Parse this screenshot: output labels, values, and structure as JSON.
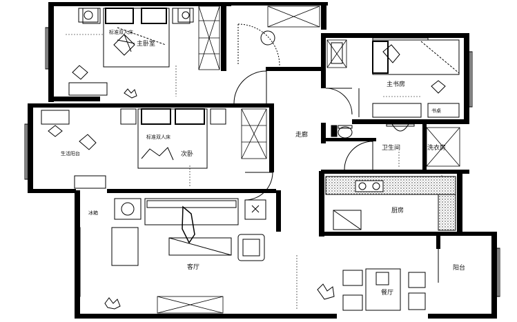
{
  "rooms": {
    "master_bedroom": "主卧室",
    "master_bed_note": "标准双人床",
    "second_bedroom": "次卧",
    "second_bed_note": "标准双人床",
    "study": "主书房",
    "study_note": "书桌",
    "balcony_left": "生活阳台",
    "bathroom": "卫生间",
    "laundry": "洗衣房",
    "kitchen": "厨房",
    "living_room": "客厅",
    "dining": "餐厅",
    "balcony_right": "阳台",
    "corridor": "走廊",
    "side_label": "冰箱"
  }
}
